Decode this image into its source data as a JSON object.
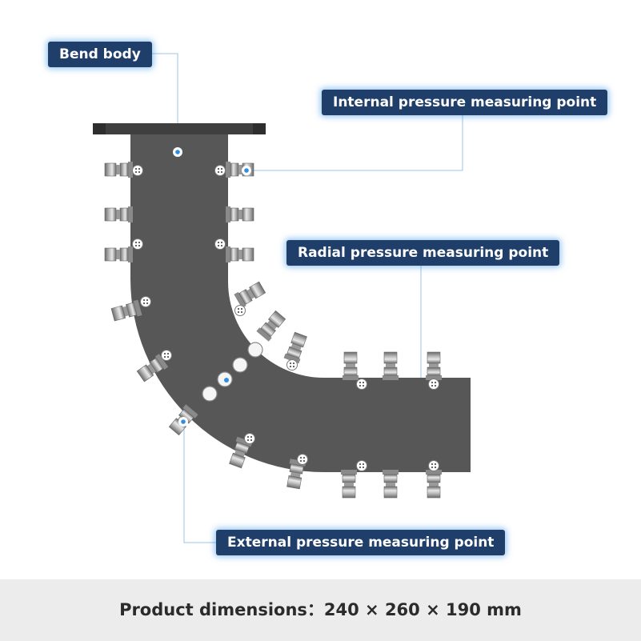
{
  "labels": {
    "bend_body": "Bend body",
    "internal": "Internal pressure measuring point",
    "radial": "Radial pressure measuring point",
    "external": "External pressure measuring point"
  },
  "footer": {
    "dimensions": "Product dimensions：240 × 260 × 190 mm"
  },
  "colors": {
    "body": "#575757",
    "flange": "#3f3f3f",
    "label_bg": "#1f3f6a",
    "glow": "#3c96e6",
    "leader": "#9cc4e4"
  }
}
